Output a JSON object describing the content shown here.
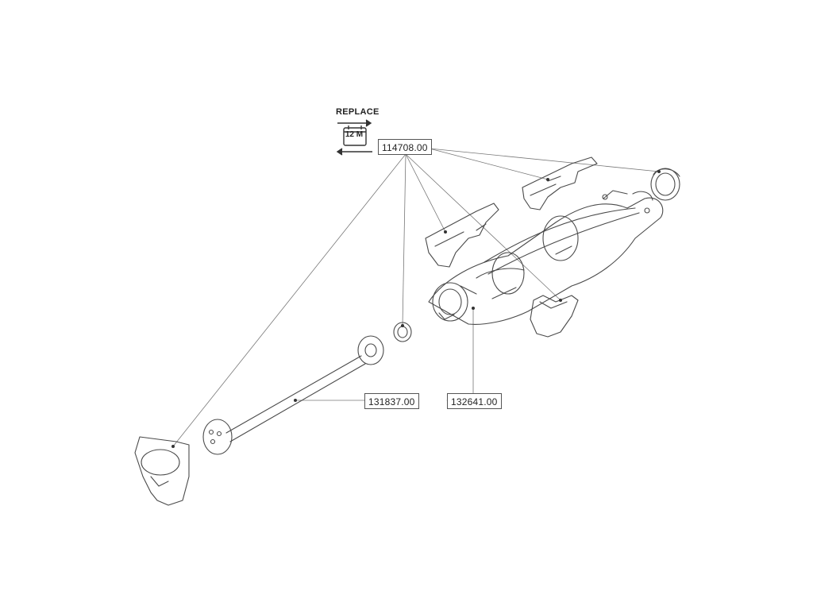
{
  "service_badge": {
    "label": "REPLACE",
    "interval": "12 M",
    "icon": "calendar-icon"
  },
  "part_numbers": {
    "seal_kit": "114708.00",
    "shaft": "131837.00",
    "body": "132641.00"
  }
}
